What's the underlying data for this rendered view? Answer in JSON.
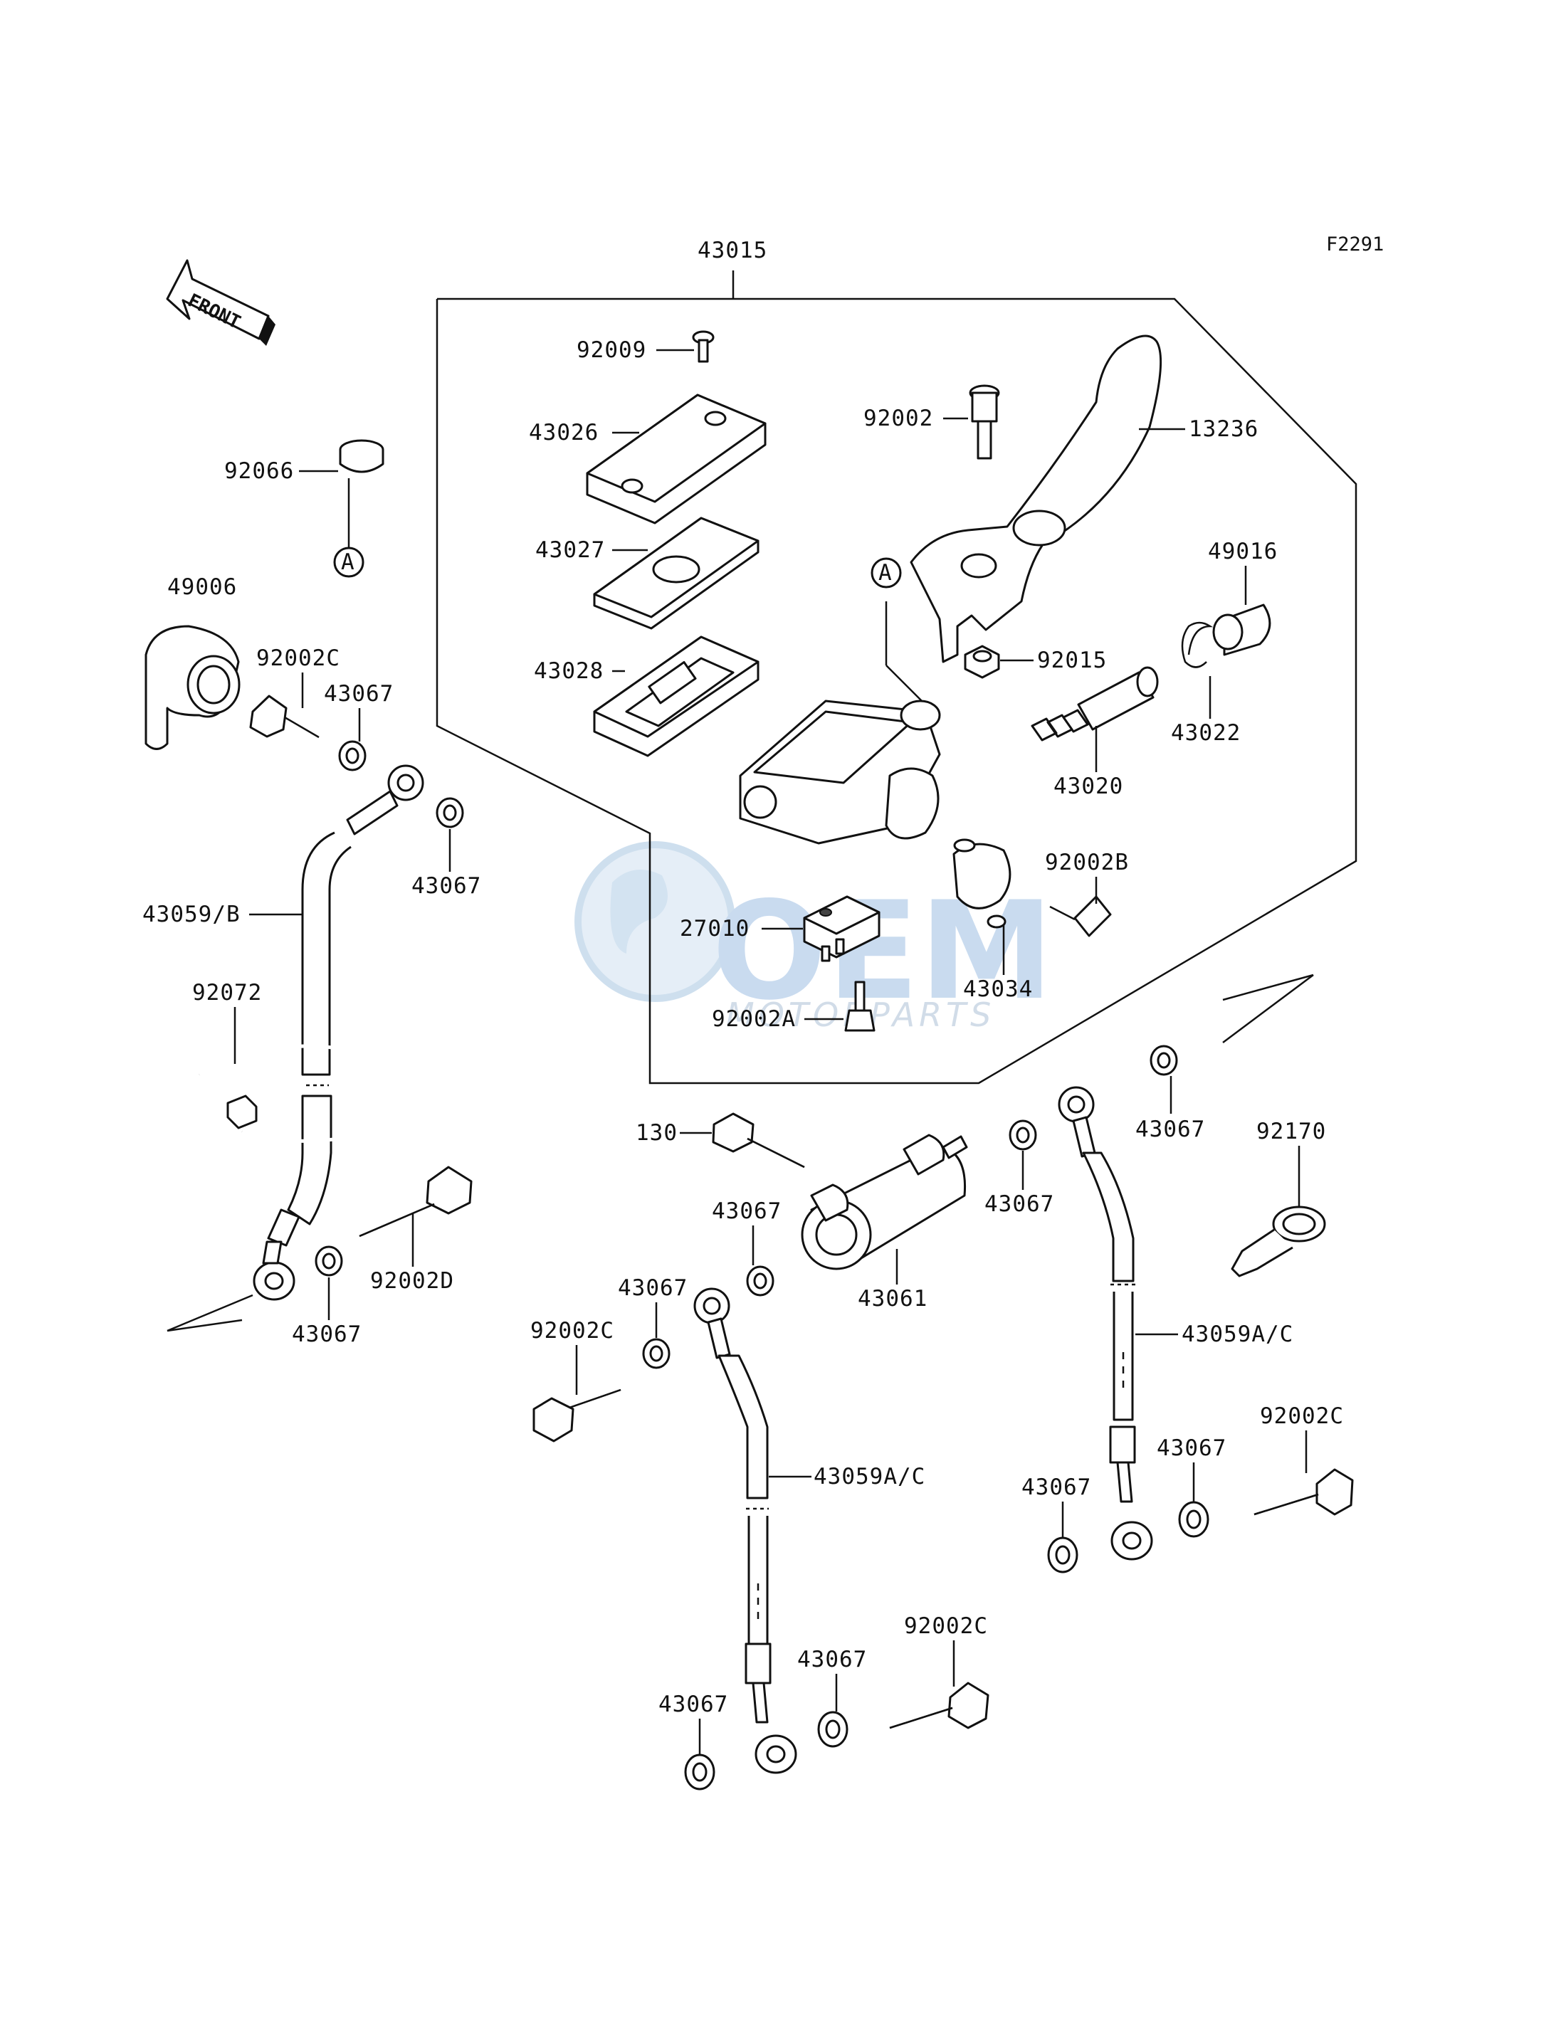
{
  "diagram": {
    "figure_code": "F2291",
    "front_label": "FRONT",
    "ref_marker": "A",
    "watermark": {
      "main": "OEM",
      "sub": "MOTORPARTS"
    },
    "parts": {
      "p43015": "43015",
      "p92009": "92009",
      "p43026": "43026",
      "p43027": "43027",
      "p43028": "43028",
      "p92002": "92002",
      "p13236": "13236",
      "p92066": "92066",
      "p49006": "49006",
      "p92002c_a": "92002C",
      "p43067_a": "43067",
      "p43067_b": "43067",
      "p43059b": "43059/B",
      "p92072": "92072",
      "p92002d": "92002D",
      "p43067_c": "43067",
      "p49016": "49016",
      "p92015": "92015",
      "p43022": "43022",
      "p43020": "43020",
      "p92002b": "92002B",
      "p27010": "27010",
      "p43034": "43034",
      "p92002a": "92002A",
      "p43067_d": "43067",
      "p92170": "92170",
      "p130": "130",
      "p43067_e": "43067",
      "p43067_f": "43067",
      "p43061": "43061",
      "p43067_g": "43067",
      "p92002c_b": "92002C",
      "p43059ac_a": "43059A/C",
      "p43059ac_b": "43059A/C",
      "p92002c_c": "92002C",
      "p43067_h": "43067",
      "p43067_i": "43067",
      "p92002c_d": "92002C",
      "p43067_j": "43067",
      "p43067_k": "43067"
    }
  }
}
